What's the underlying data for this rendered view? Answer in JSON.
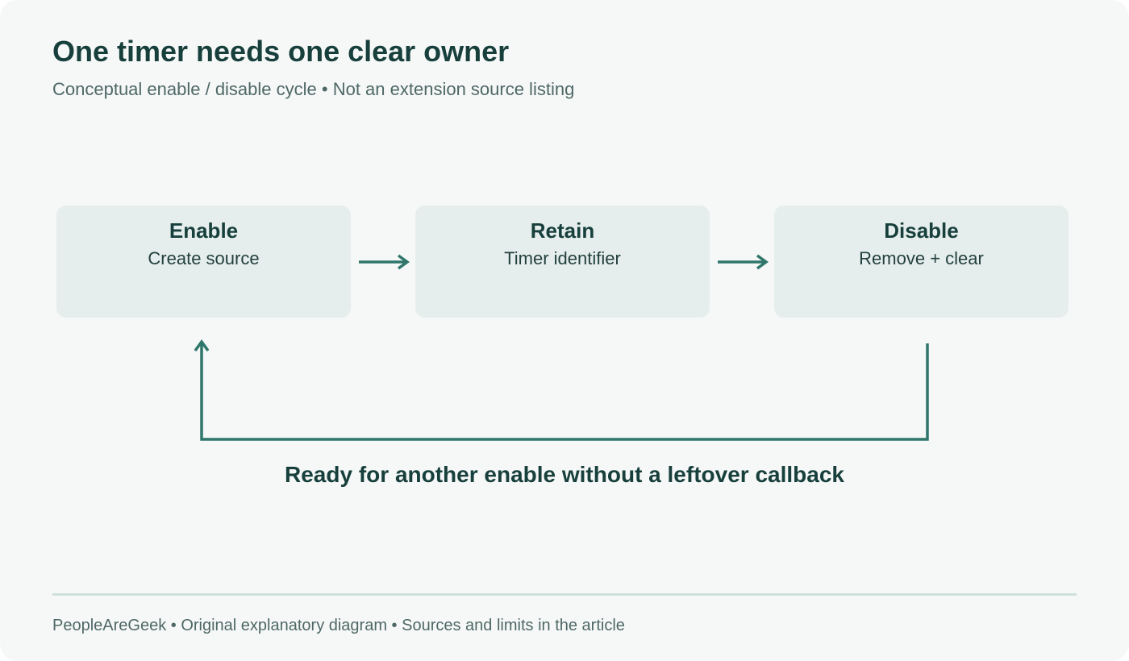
{
  "header": {
    "title": "One timer needs one clear owner",
    "subtitle": "Conceptual enable / disable cycle • Not an extension source listing"
  },
  "steps": [
    {
      "name": "Enable",
      "description": "Create source"
    },
    {
      "name": "Retain",
      "description": "Timer identifier"
    },
    {
      "name": "Disable",
      "description": "Remove + clear"
    }
  ],
  "loop": {
    "label": "Ready for another enable without a leftover callback"
  },
  "footer": {
    "text": "PeopleAreGeek • Original explanatory diagram • Sources and limits in the article"
  },
  "colors": {
    "background": "#f6f8f7",
    "box_fill": "#e5eeec",
    "arrow": "#2f766b",
    "title_text": "#173f3c",
    "muted_text": "#4e6866"
  }
}
